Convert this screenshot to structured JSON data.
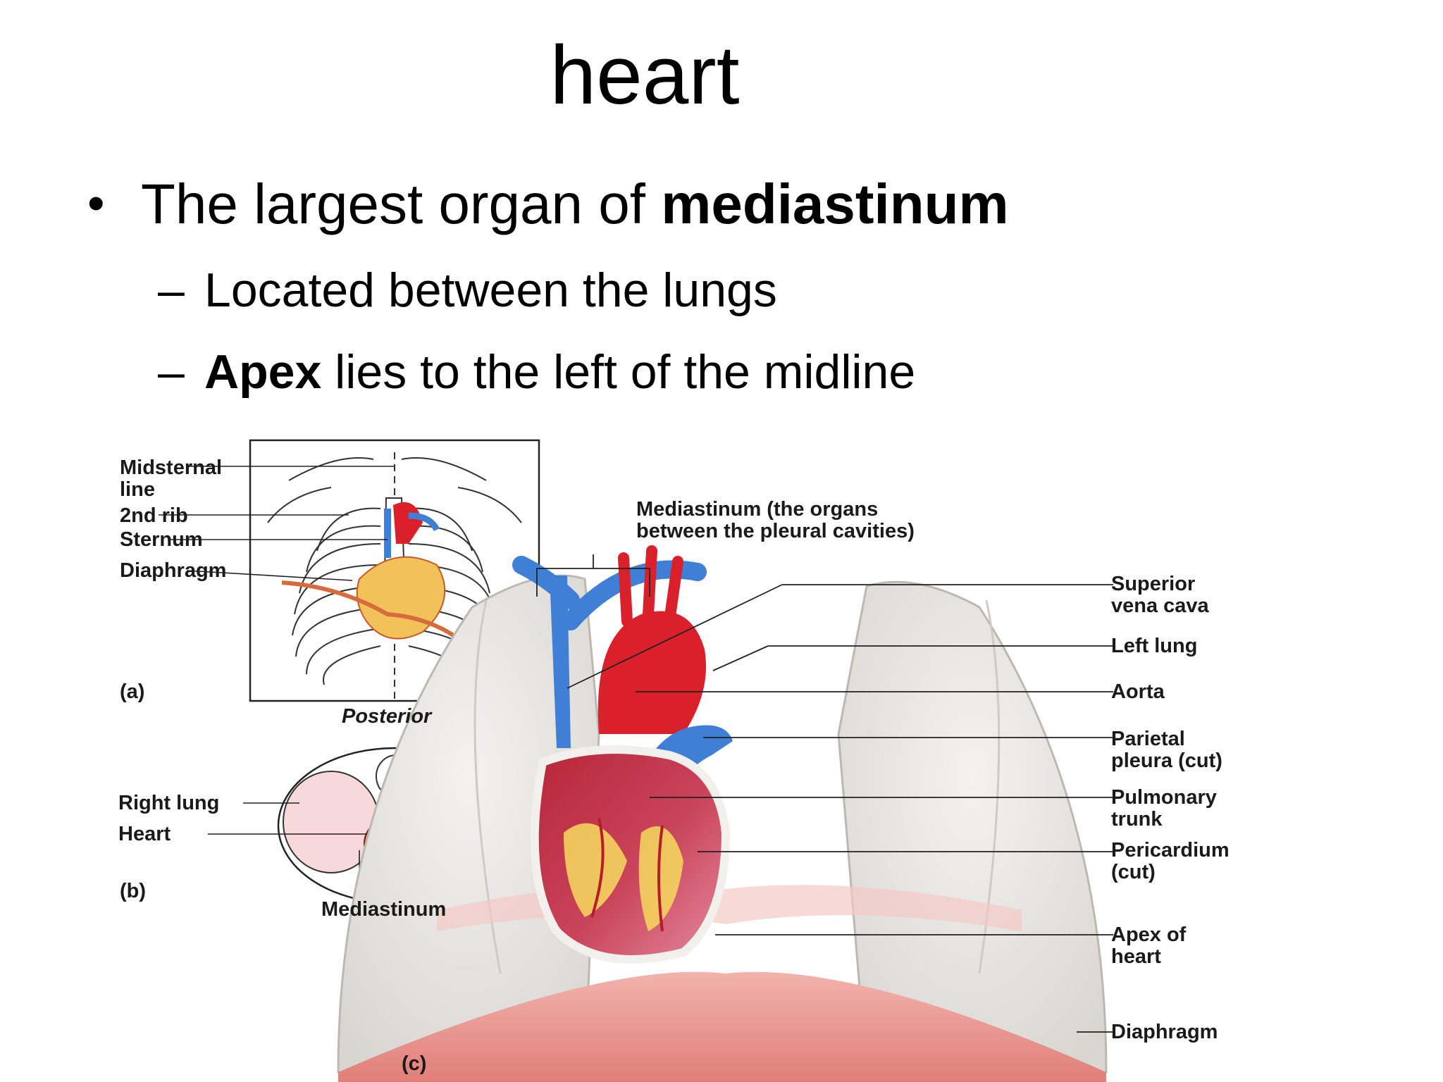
{
  "slide": {
    "title": "heart",
    "bullet": {
      "text": "The largest organ of ",
      "bold": "mediastinum"
    },
    "sub_items": [
      {
        "bold": "",
        "text": "Located between the lungs"
      },
      {
        "bold": "Apex",
        "text": " lies to the left of the midline"
      }
    ],
    "dash": "–",
    "bullet_glyph": "•"
  },
  "figure": {
    "panel_a": {
      "tag": "(a)",
      "labels": [
        "Midsternal\nline",
        "2nd rib",
        "Sternum",
        "Diaphragm"
      ]
    },
    "panel_b": {
      "tag": "(b)",
      "top_label": "Posterior",
      "labels": [
        "Right lung",
        "Heart"
      ],
      "bottom_label": "Mediastinum"
    },
    "panel_c": {
      "tag": "(c)",
      "mediastinum_label": "Mediastinum (the organs\nbetween the pleural cavities)",
      "right_labels": [
        "Superior\nvena cava",
        "Left lung",
        "Aorta",
        "Parietal\npleura (cut)",
        "Pulmonary\ntrunk",
        "Pericardium\n(cut)",
        "Apex of\nheart",
        "Diaphragm"
      ]
    },
    "colors": {
      "vein_blue": "#3f7fd6",
      "artery_red": "#d9202b",
      "fat_yellow": "#f4d35e",
      "lung_gray": "#e4e2df",
      "pleura_pink": "#f7d9dc",
      "diaphragm": "#e7918b"
    }
  }
}
